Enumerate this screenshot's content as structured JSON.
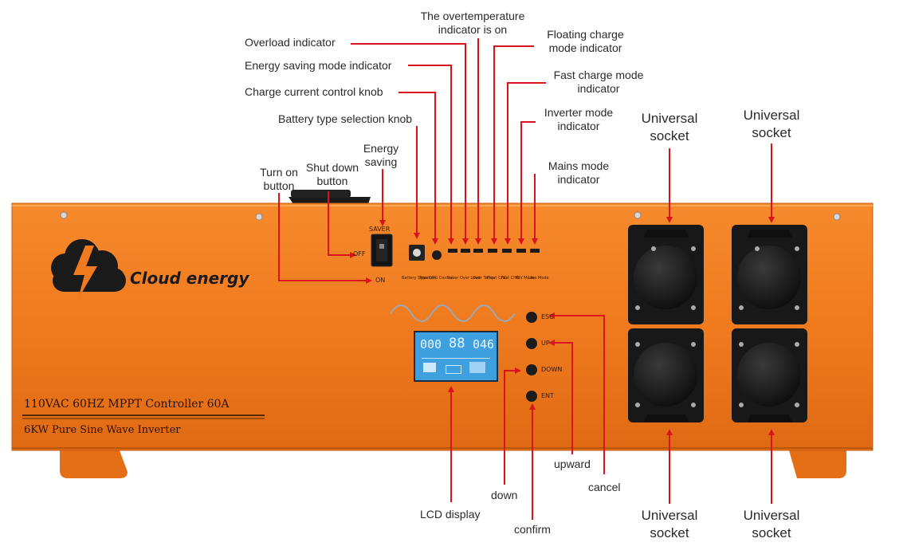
{
  "brand": {
    "name": "Cloud energy"
  },
  "device": {
    "line1": "110VAC 60HZ MPPT Controller 60A",
    "line2": "6KW Pure Sine Wave Inverter",
    "switch_top": "SAVER",
    "switch_off": "OFF",
    "switch_on": "ON",
    "indicator_labels": [
      "Battery Selection",
      "Type",
      "CHG Control",
      "Saver",
      "Over Load",
      "Over Temp",
      "Float CHG",
      "Fast CHG",
      "INV Mode",
      "Line Mode"
    ],
    "buttons": [
      "ESC",
      "UP",
      "DOWN",
      "ENT"
    ],
    "lcd": {
      "reading1": "000",
      "reading2": "88",
      "reading3": "046"
    }
  },
  "callouts": {
    "overtemp": [
      "The overtemperature",
      "indicator is on"
    ],
    "overload": "Overload indicator",
    "energy_saving_mode": "Energy saving mode indicator",
    "charge_current": "Charge current control knob",
    "battery_type": "Battery type selection knob",
    "floating_charge": [
      "Floating charge",
      "mode indicator"
    ],
    "fast_charge": [
      "Fast charge mode",
      "indicator"
    ],
    "inverter_mode": [
      "Inverter mode",
      "indicator"
    ],
    "mains_mode": [
      "Mains mode",
      "indicator"
    ],
    "energy_saving": [
      "Energy",
      "saving"
    ],
    "shut_down": [
      "Shut down",
      "button"
    ],
    "turn_on": [
      "Turn on",
      "button"
    ],
    "universal_socket": [
      "Universal",
      "socket"
    ],
    "lcd_display": "LCD display",
    "down": "down",
    "confirm": "confirm",
    "upward": "upward",
    "cancel": "cancel"
  },
  "colors": {
    "body": "#f07a1e",
    "arrow": "#d9141c",
    "socket": "#1b1b1b",
    "lcd": "#3fa0e0"
  }
}
